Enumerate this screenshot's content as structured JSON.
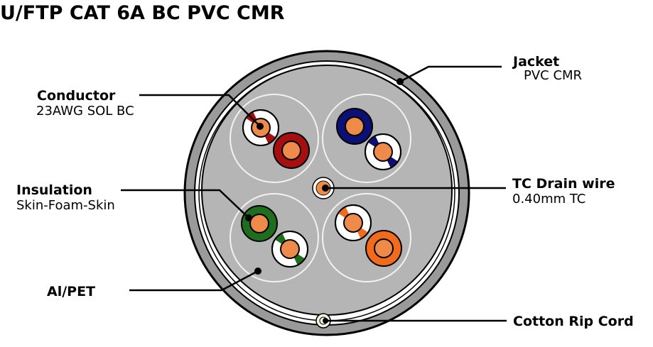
{
  "title": "U/FTP CAT 6A BC PVC CMR",
  "callouts": {
    "jacket": {
      "label": "Jacket",
      "detail": "PVC CMR"
    },
    "conductor": {
      "label": "Conductor",
      "detail": "23AWG SOL BC"
    },
    "insulation": {
      "label": "Insulation",
      "detail": "Skin-Foam-Skin"
    },
    "drain_wire": {
      "label": "TC Drain wire",
      "detail": "0.40mm TC"
    },
    "shield": {
      "label": "Al/PET"
    },
    "rip_cord": {
      "label": "Cotton Rip Cord"
    }
  },
  "colors": {
    "jacket": "#9a9a9a",
    "shield_fill": "#b5b5b5",
    "conductor": "#ee8a4a",
    "pair_brown": "#a50f0f",
    "pair_blue": "#0c0f73",
    "pair_green": "#1e6e1e",
    "pair_orange": "#f26a1b"
  },
  "pairs": [
    {
      "name": "brown",
      "solid_color": "#a50f0f"
    },
    {
      "name": "blue",
      "solid_color": "#0c0f73"
    },
    {
      "name": "green",
      "solid_color": "#1e6e1e"
    },
    {
      "name": "orange",
      "solid_color": "#f26a1b"
    }
  ]
}
